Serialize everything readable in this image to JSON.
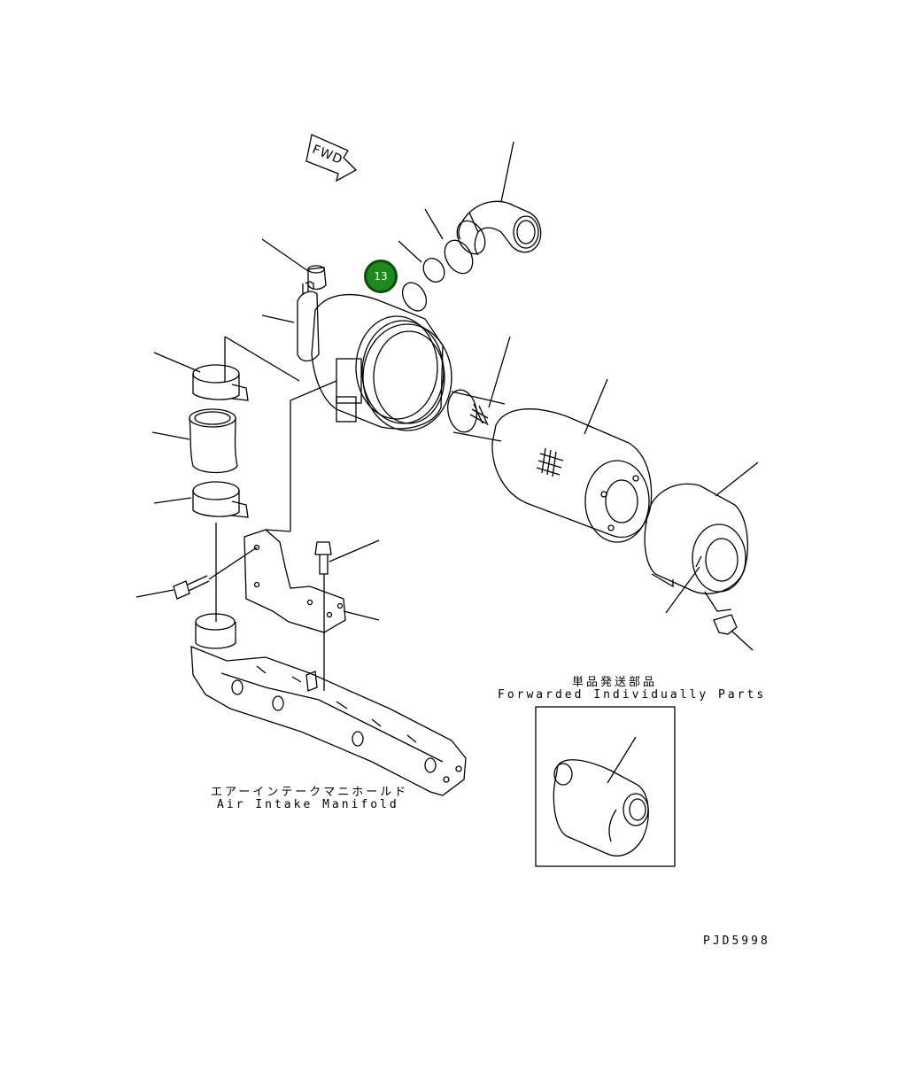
{
  "direction_label": "FWD",
  "callout": {
    "number": "13",
    "color": "#1e8a1e"
  },
  "manifold": {
    "label_jp": "エアーインテークマニホールド",
    "label_en": "Air Intake Manifold"
  },
  "forwarded": {
    "label_jp": "単品発送部品",
    "label_en": "Forwarded Individually Parts"
  },
  "drawing_id": "PJD5998"
}
